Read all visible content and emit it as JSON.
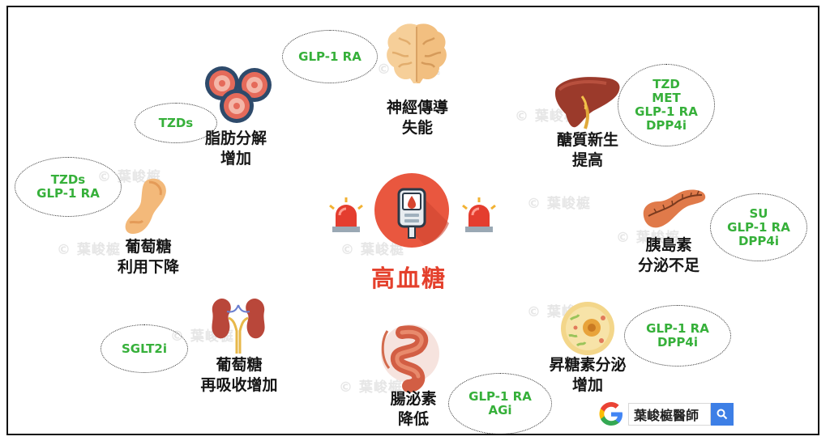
{
  "center": {
    "title": "高血糖"
  },
  "watermark": "© 葉峻榳",
  "factors": [
    {
      "id": "brain",
      "label_lines": [
        "神經傳導",
        "失能"
      ],
      "drugs": [
        "GLP-1 RA"
      ]
    },
    {
      "id": "liver",
      "label_lines": [
        "醣質新生",
        "提高"
      ],
      "drugs": [
        "TZD",
        "MET",
        "GLP-1 RA",
        "DPP4i"
      ]
    },
    {
      "id": "pancreas",
      "label_lines": [
        "胰島素",
        "分泌不足"
      ],
      "drugs": [
        "SU",
        "GLP-1 RA",
        "DPP4i"
      ]
    },
    {
      "id": "alpha-cell",
      "label_lines": [
        "昇糖素分泌",
        "增加"
      ],
      "drugs": [
        "GLP-1 RA",
        "DPP4i"
      ]
    },
    {
      "id": "gut",
      "label_lines": [
        "腸泌素",
        "降低"
      ],
      "drugs": [
        "GLP-1 RA",
        "AGi"
      ]
    },
    {
      "id": "kidney",
      "label_lines": [
        "葡萄糖",
        "再吸收增加"
      ],
      "drugs": [
        "SGLT2i"
      ]
    },
    {
      "id": "muscle",
      "label_lines": [
        "葡萄糖",
        "利用下降"
      ],
      "drugs": [
        "TZDs",
        "GLP-1 RA"
      ]
    },
    {
      "id": "fat",
      "label_lines": [
        "脂肪分解",
        "增加"
      ],
      "drugs": [
        "TZDs"
      ]
    }
  ],
  "search": {
    "query": "葉峻榳醫師",
    "logo": "G"
  },
  "colors": {
    "drug_text": "#36b03a",
    "title": "#e4402c",
    "label": "#151515"
  }
}
